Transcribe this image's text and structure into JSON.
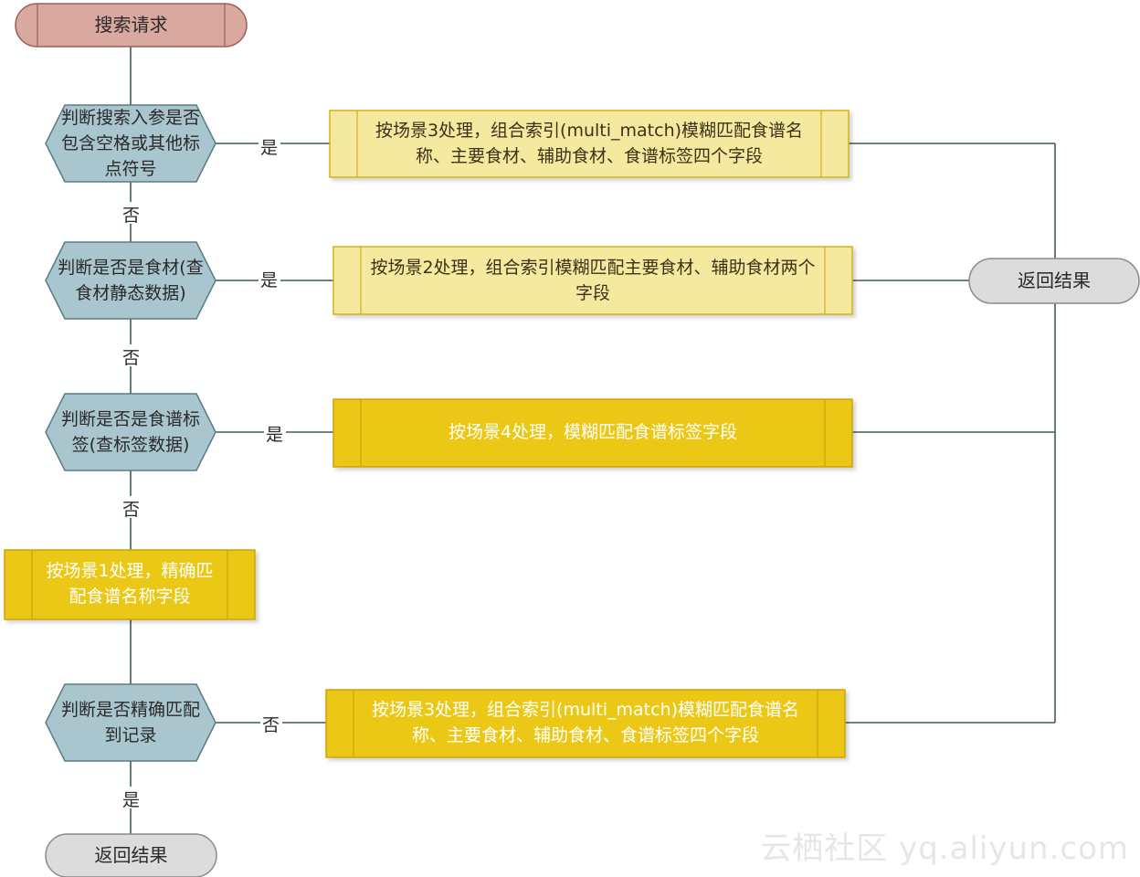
{
  "nodes": {
    "start": "搜索请求",
    "decision1": "判断搜索入参是否包含空格或其他标点符号",
    "decision2": "判断是否是食材(查食材静态数据)",
    "decision3": "判断是否是食谱标签(查标签数据)",
    "process1": "按场景1处理，精确匹配食谱名称字段",
    "decision4": "判断是否精确匹配到记录",
    "end_bottom": "返回结果",
    "scene3_top": "按场景3处理，组合索引(multi_match)模糊匹配食谱名称、主要食材、辅助食材、食谱标签四个字段",
    "scene2": "按场景2处理，组合索引模糊匹配主要食材、辅助食材两个字段",
    "scene4": "按场景4处理，模糊匹配食谱标签字段",
    "scene3_bottom": "按场景3处理，组合索引(multi_match)模糊匹配食谱名称、主要食材、辅助食材、食谱标签四个字段",
    "end_right": "返回结果"
  },
  "edges": {
    "yes": "是",
    "no": "否"
  },
  "watermark": "云栖社区 yq.aliyun.com",
  "colors": {
    "terminator_start": "#d9a9a0",
    "terminator_end": "#dcdcdc",
    "decision": "#a9c5cd",
    "box_light": "#f5e9a0",
    "box_gold": "#ecc812",
    "line": "#3f5a5e"
  }
}
